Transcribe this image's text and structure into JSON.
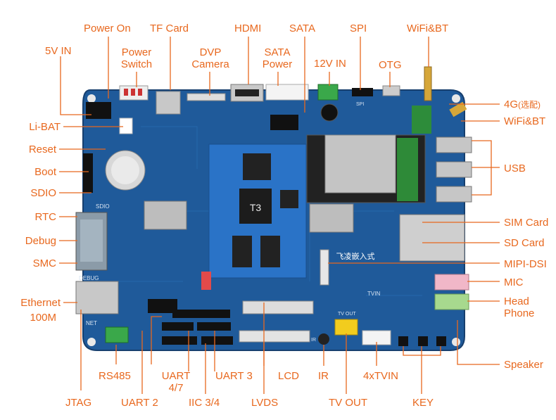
{
  "accent_color": "#e8681e",
  "board_color": "#1f5a9a",
  "board": {
    "som_chip": "T3",
    "brand_text": "飞凌嵌入式",
    "silk_sdio": "SDIO",
    "silk_debug": "DEBUG",
    "silk_net": "NET",
    "silk_spi": "SPI",
    "silk_tvin": "TVIN",
    "silk_tvout": "TV OUT",
    "silk_ir": "IR"
  },
  "labels": {
    "power_on": "Power On",
    "tf_card": "TF Card",
    "hdmi": "HDMI",
    "sata": "SATA",
    "spi": "SPI",
    "wifi_bt_top": "WiFi&BT",
    "five_v_in": "5V IN",
    "power_switch_1": "Power",
    "power_switch_2": "Switch",
    "dvp_camera_1": "DVP",
    "dvp_camera_2": "Camera",
    "sata_power_1": "SATA",
    "sata_power_2": "Power",
    "twelve_v_in": "12V IN",
    "otg": "OTG",
    "four_g": "4G",
    "four_g_note": "(选配)",
    "wifi_bt_right": "WiFi&BT",
    "usb": "USB",
    "li_bat": "Li-BAT",
    "reset": "Reset",
    "boot": "Boot",
    "sdio": "SDIO",
    "rtc": "RTC",
    "debug": "Debug",
    "smc": "SMC",
    "ethernet": "Ethernet",
    "ethernet_speed": "100M",
    "sim_card": "SIM Card",
    "sd_card": "SD Card",
    "mipi_dsi": "MIPI-DSI",
    "mic": "MIC",
    "head_phone_1": "Head",
    "head_phone_2": "Phone",
    "speaker": "Speaker",
    "rs485": "RS485",
    "uart47_1": "UART",
    "uart47_2": "4/7",
    "uart3": "UART 3",
    "lcd": "LCD",
    "ir": "IR",
    "tvin4": "4xTVIN",
    "jtag": "JTAG",
    "uart2": "UART 2",
    "iic34": "IIC 3/4",
    "lvds": "LVDS",
    "tv_out": "TV OUT",
    "key": "KEY"
  }
}
